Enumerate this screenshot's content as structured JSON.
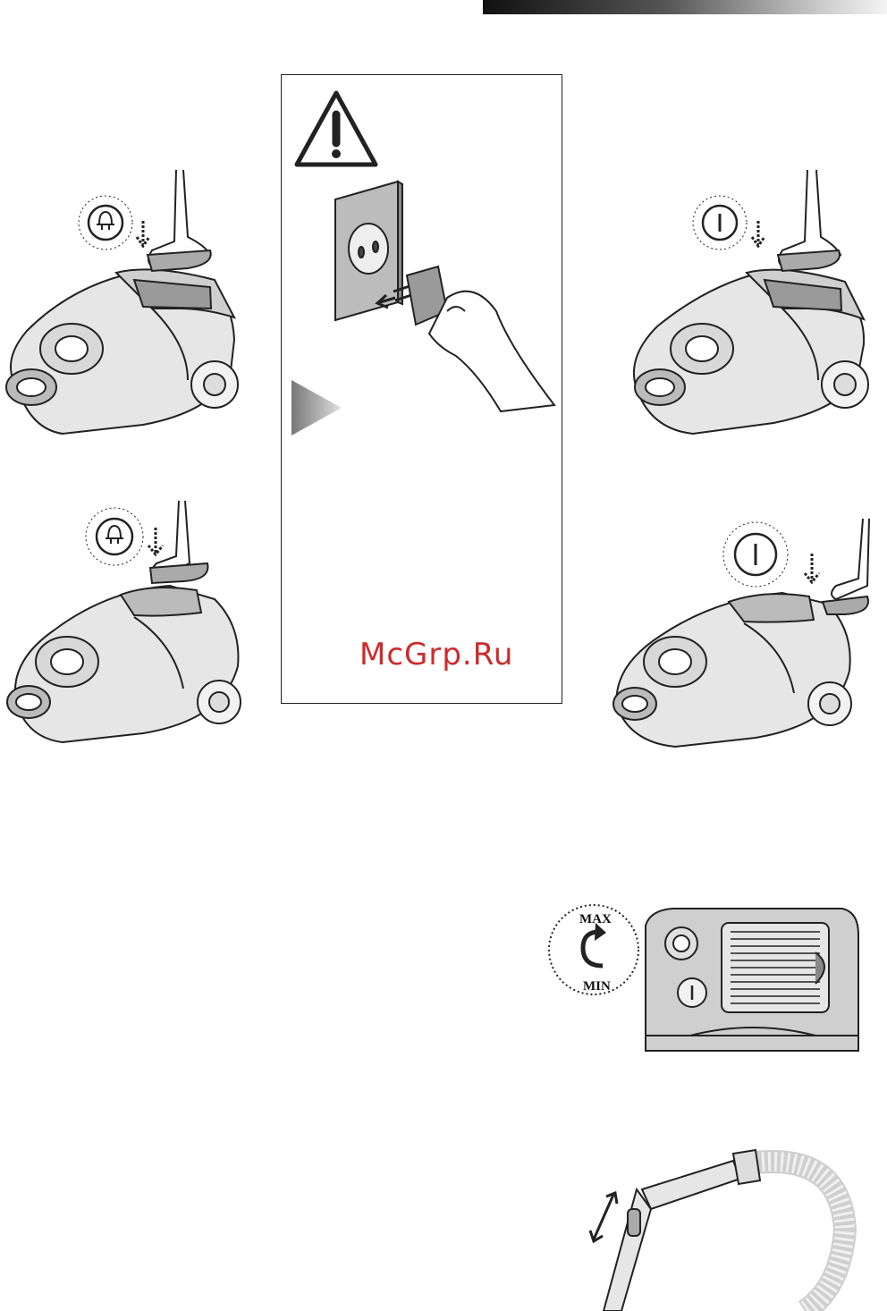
{
  "header": {
    "bar_colors": [
      "#111111",
      "#f4f4f4"
    ]
  },
  "warning_panel": {
    "icon": "warning-triangle-icon",
    "illustration": "unplug-from-socket",
    "arrow_icon": "play-arrow-icon"
  },
  "watermark": {
    "text": "McGrp.Ru",
    "color": "#cc2b2b"
  },
  "figures": [
    {
      "name": "cord-rewind-pedal-top-view",
      "icon": "plug-icon"
    },
    {
      "name": "cord-rewind-pedal-side-view",
      "icon": "plug-icon"
    },
    {
      "name": "power-pedal-top-view",
      "icon": "power-icon"
    },
    {
      "name": "power-pedal-side-view",
      "icon": "power-icon"
    }
  ],
  "power_dial": {
    "max_label": "MAX",
    "min_label": "MIN"
  },
  "telescopic_tube": {
    "icon": "adjust-arrows-icon"
  }
}
